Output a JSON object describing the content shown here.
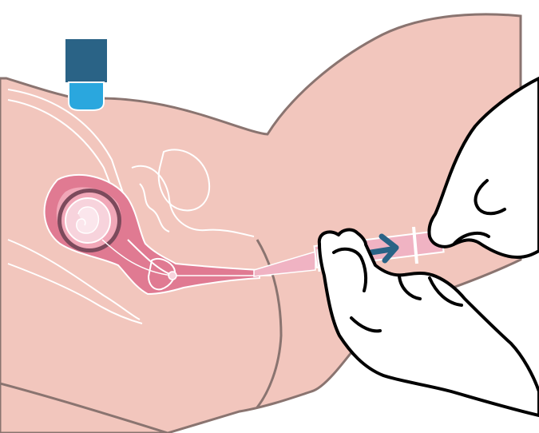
{
  "figure": {
    "subject": "medical-procedure-illustration",
    "elements": [
      "ultrasound-probe-icon",
      "body-cross-section",
      "uterus",
      "gestational-sac",
      "fetus-icon",
      "bladder",
      "intestine",
      "cervix",
      "catheter",
      "syringe",
      "direction-arrow-icon",
      "left-hand",
      "right-hand"
    ]
  },
  "colors": {
    "background": "#ffffff",
    "skin": "#f2c6bd",
    "body_outline": "#8a7470",
    "internal_lines": "#ffffff",
    "uterus": "#e07a92",
    "uterus_inner": "#f1a7b8",
    "sac_fill": "#f7d3dc",
    "fetus": "#fbe6ec",
    "villi": "#7c4a5c",
    "probe_head": "#2a6386",
    "probe_tip": "#2aa7de",
    "syringe": "#f0b3c3",
    "syringe_edge": "#ffffff",
    "arrow": "#2a6386",
    "hand_fill": "#ffffff",
    "hand_outline": "#000000"
  }
}
